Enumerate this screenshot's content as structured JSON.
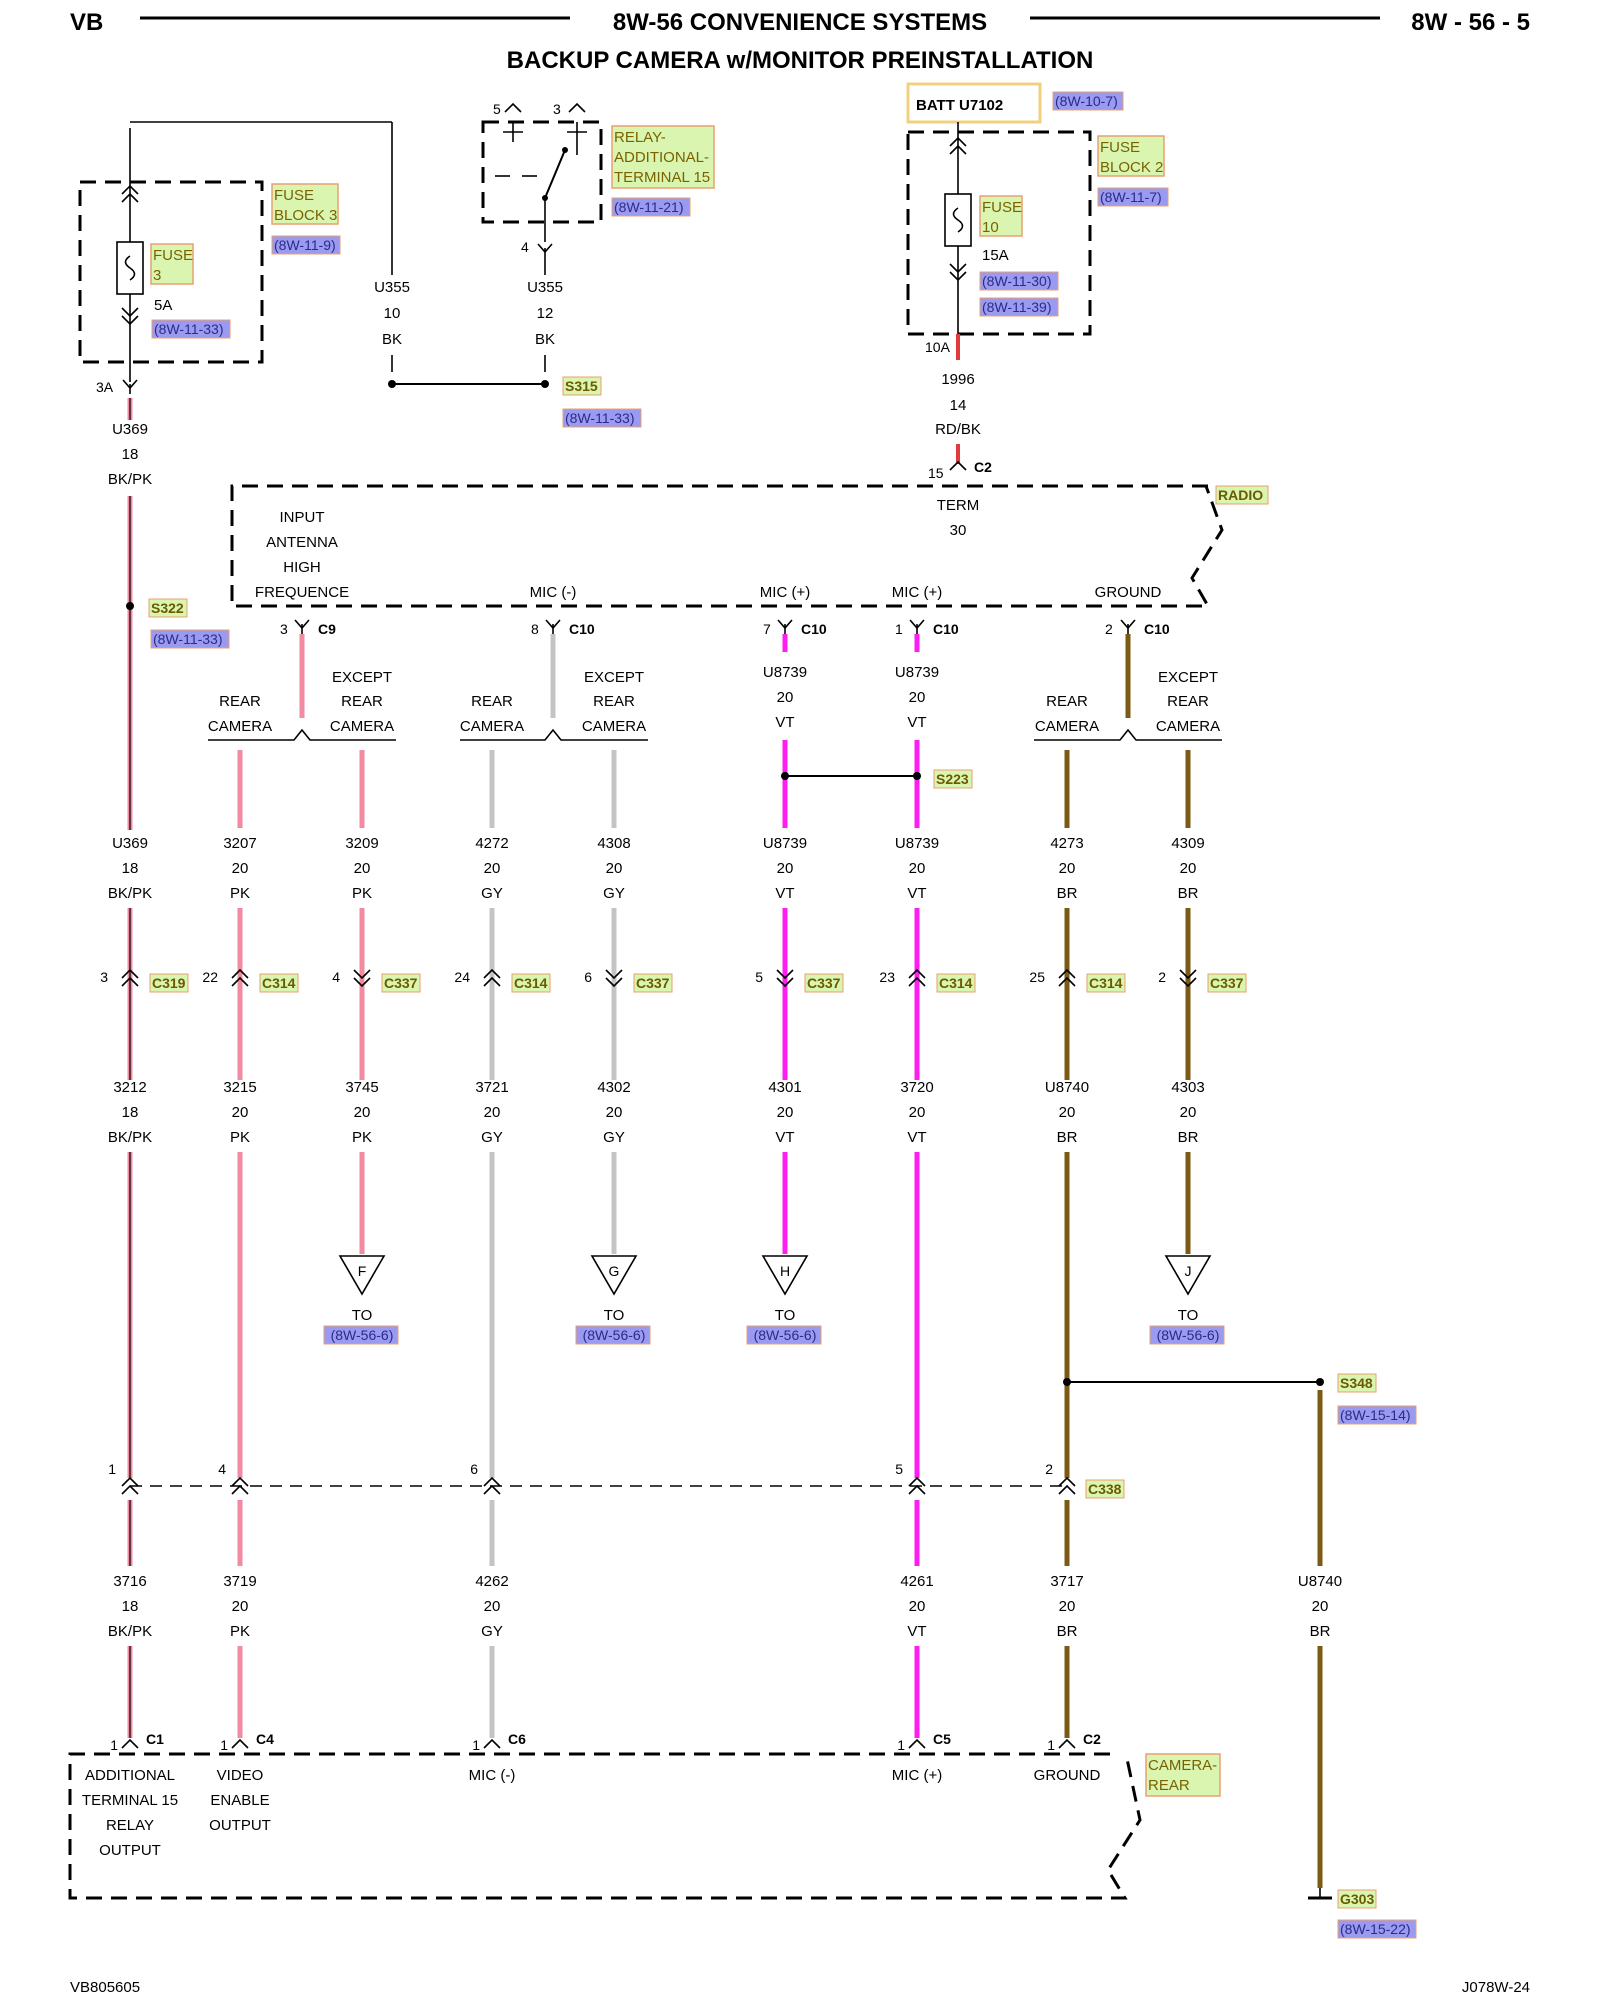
{
  "header": {
    "left": "VB",
    "title": "8W-56 CONVENIENCE SYSTEMS",
    "page": "8W - 56 - 5",
    "subtitle": "BACKUP CAMERA w/MONITOR PREINSTALLATION"
  },
  "footer": {
    "left": "VB805605",
    "right": "J078W-24"
  },
  "colors": {
    "BK/PK": "#f08aa0",
    "PK": "#f28aa2",
    "GY": "#c4c4c4",
    "VT": "#ff1ef0",
    "BR": "#7a5a14",
    "RD/BK": "#e23b3b",
    "BK": "#000000"
  },
  "components": {
    "fuse_block_3": {
      "name": [
        "FUSE",
        "BLOCK 3"
      ],
      "ref": "(8W-11-9)",
      "fuse": [
        "FUSE",
        "3"
      ],
      "rating": "5A",
      "fuse_ref": "(8W-11-33)",
      "cavity": "3A"
    },
    "relay": {
      "name": [
        "RELAY-",
        "ADDITIONAL-",
        "TERMINAL 15"
      ],
      "ref": "(8W-11-21)",
      "pin5": "5",
      "pin3": "3",
      "pin4": "4"
    },
    "batt": {
      "name": "BATT U7102",
      "ref": "(8W-10-7)"
    },
    "fuse_block_2": {
      "name": [
        "FUSE",
        "BLOCK 2"
      ],
      "ref": "(8W-11-7)",
      "fuse": [
        "FUSE",
        "10"
      ],
      "rating": "15A",
      "refs": [
        "(8W-11-30)",
        "(8W-11-39)"
      ],
      "cavity": "10A"
    },
    "radio": {
      "name": "RADIO",
      "term": [
        "TERM",
        "30"
      ],
      "pin": "15",
      "conn": "C2"
    },
    "camera_rear": {
      "name": [
        "CAMERA-",
        "REAR"
      ]
    }
  },
  "radio_pins": [
    {
      "label": [
        "INPUT",
        "ANTENNA",
        "HIGH",
        "FREQUENCE"
      ],
      "pin": "3",
      "conn": "C9"
    },
    {
      "label": [
        "MIC (-)"
      ],
      "pin": "8",
      "conn": "C10"
    },
    {
      "label": [
        "MIC (+)"
      ],
      "pin": "7",
      "conn": "C10"
    },
    {
      "label": [
        "MIC (+)"
      ],
      "pin": "1",
      "conn": "C10"
    },
    {
      "label": [
        "GROUND"
      ],
      "pin": "2",
      "conn": "C10"
    }
  ],
  "options": {
    "rear_camera": [
      "REAR",
      "CAMERA"
    ],
    "except_rear_camera": [
      "EXCEPT",
      "REAR",
      "CAMERA"
    ]
  },
  "splices": {
    "S315": {
      "name": "S315",
      "ref": "(8W-11-33)"
    },
    "S322": {
      "name": "S322",
      "ref": "(8W-11-33)"
    },
    "S223": {
      "name": "S223"
    },
    "S348": {
      "name": "S348",
      "ref": "(8W-15-14)"
    }
  },
  "wires_top": [
    {
      "circuit": "U355",
      "gauge": "10",
      "color": "BK"
    },
    {
      "circuit": "U355",
      "gauge": "12",
      "color": "BK"
    },
    {
      "circuit": "1996",
      "gauge": "14",
      "color": "RD/BK"
    },
    {
      "circuit": "U369",
      "gauge": "18",
      "color": "BK/PK"
    },
    {
      "circuit": "U8739",
      "gauge": "20",
      "color": "VT"
    },
    {
      "circuit": "U8739",
      "gauge": "20",
      "color": "VT"
    }
  ],
  "wires_row2": [
    {
      "circuit": "U369",
      "gauge": "18",
      "color": "BK/PK"
    },
    {
      "circuit": "3207",
      "gauge": "20",
      "color": "PK"
    },
    {
      "circuit": "3209",
      "gauge": "20",
      "color": "PK"
    },
    {
      "circuit": "4272",
      "gauge": "20",
      "color": "GY"
    },
    {
      "circuit": "4308",
      "gauge": "20",
      "color": "GY"
    },
    {
      "circuit": "U8739",
      "gauge": "20",
      "color": "VT"
    },
    {
      "circuit": "U8739",
      "gauge": "20",
      "color": "VT"
    },
    {
      "circuit": "4273",
      "gauge": "20",
      "color": "BR"
    },
    {
      "circuit": "4309",
      "gauge": "20",
      "color": "BR"
    }
  ],
  "inline_connectors": [
    {
      "pin": "3",
      "name": "C319"
    },
    {
      "pin": "22",
      "name": "C314"
    },
    {
      "pin": "4",
      "name": "C337"
    },
    {
      "pin": "24",
      "name": "C314"
    },
    {
      "pin": "6",
      "name": "C337"
    },
    {
      "pin": "5",
      "name": "C337"
    },
    {
      "pin": "23",
      "name": "C314"
    },
    {
      "pin": "25",
      "name": "C314"
    },
    {
      "pin": "2",
      "name": "C337"
    }
  ],
  "wires_row3": [
    {
      "circuit": "3212",
      "gauge": "18",
      "color": "BK/PK"
    },
    {
      "circuit": "3215",
      "gauge": "20",
      "color": "PK"
    },
    {
      "circuit": "3745",
      "gauge": "20",
      "color": "PK"
    },
    {
      "circuit": "3721",
      "gauge": "20",
      "color": "GY"
    },
    {
      "circuit": "4302",
      "gauge": "20",
      "color": "GY"
    },
    {
      "circuit": "4301",
      "gauge": "20",
      "color": "VT"
    },
    {
      "circuit": "3720",
      "gauge": "20",
      "color": "VT"
    },
    {
      "circuit": "U8740",
      "gauge": "20",
      "color": "BR"
    },
    {
      "circuit": "4303",
      "gauge": "20",
      "color": "BR"
    }
  ],
  "offpage": [
    {
      "letter": "F",
      "to": "TO",
      "ref": "(8W-56-6)"
    },
    {
      "letter": "G",
      "to": "TO",
      "ref": "(8W-56-6)"
    },
    {
      "letter": "H",
      "to": "TO",
      "ref": "(8W-56-6)"
    },
    {
      "letter": "J",
      "to": "TO",
      "ref": "(8W-56-6)"
    }
  ],
  "c338": {
    "name": "C338",
    "pins": [
      "1",
      "4",
      "6",
      "5",
      "2"
    ]
  },
  "wires_row4": [
    {
      "circuit": "3716",
      "gauge": "18",
      "color": "BK/PK"
    },
    {
      "circuit": "3719",
      "gauge": "20",
      "color": "PK"
    },
    {
      "circuit": "4262",
      "gauge": "20",
      "color": "GY"
    },
    {
      "circuit": "4261",
      "gauge": "20",
      "color": "VT"
    },
    {
      "circuit": "3717",
      "gauge": "20",
      "color": "BR"
    },
    {
      "circuit": "U8740",
      "gauge": "20",
      "color": "BR"
    }
  ],
  "camera_pins": [
    {
      "pin": "1",
      "conn": "C1",
      "label": [
        "ADDITIONAL",
        "TERMINAL 15",
        "RELAY",
        "OUTPUT"
      ]
    },
    {
      "pin": "1",
      "conn": "C4",
      "label": [
        "VIDEO",
        "ENABLE",
        "OUTPUT"
      ]
    },
    {
      "pin": "1",
      "conn": "C6",
      "label": [
        "MIC (-)"
      ]
    },
    {
      "pin": "1",
      "conn": "C5",
      "label": [
        "MIC (+)"
      ]
    },
    {
      "pin": "1",
      "conn": "C2",
      "label": [
        "GROUND"
      ]
    }
  ],
  "ground": {
    "name": "G303",
    "ref": "(8W-15-22)"
  }
}
